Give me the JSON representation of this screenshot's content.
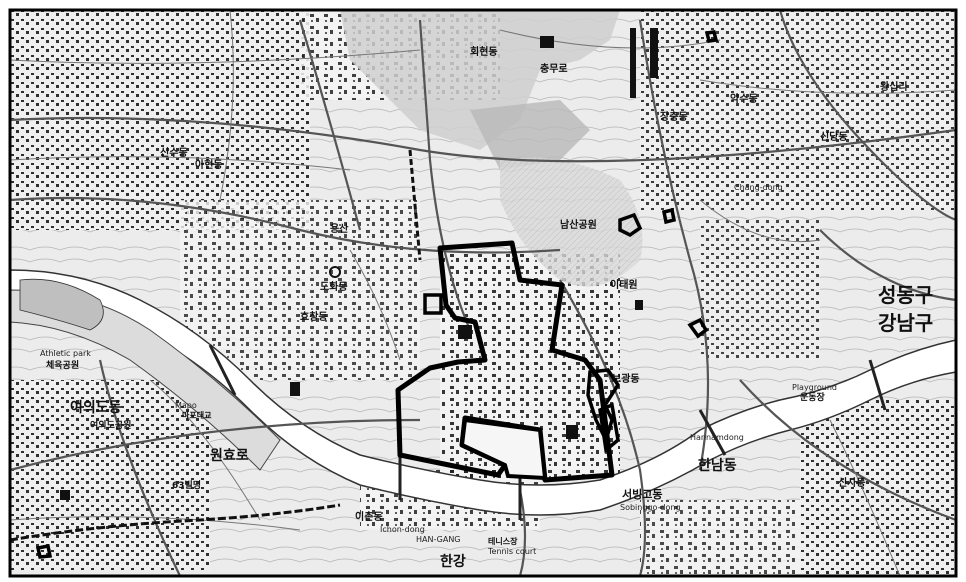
{
  "map": {
    "labels": {
      "seongdong": "성동구",
      "gangnam": "강남구",
      "athletic_park": "Athletic park",
      "athletic_park_kr": "체육공원",
      "yeouido": "여의도동",
      "yeouido_kr2": "여의도공원",
      "playground": "Playground",
      "playground_kr": "운동장",
      "hannam": "한남동",
      "hannam_kr2": "Hannamdong",
      "sinsa": "신사동",
      "seobinggo": "서빙고동",
      "seobinggo_en": "Sobinggo-dong",
      "han_river": "HAN-GANG",
      "han_river_kr": "한강",
      "tennis_court": "Tennis court",
      "tennis_court_kr": "테니스장",
      "ichon": "이촌동",
      "ichon_en": "Ichon-dong",
      "namsan": "남산공원",
      "yongsan": "용산",
      "ahyeon": "아현동",
      "sinsu": "신수동",
      "dohwa": "도화동",
      "hyochang": "효창동",
      "itaewon": "이태원",
      "bogwang": "보광동",
      "chanie": "Chang-dong",
      "hoehyeon": "회현동",
      "chungmu": "충무로",
      "jangchung": "장충동",
      "wangsimni": "왕십리",
      "yaksu": "약수동",
      "sindang": "신당동",
      "mapo_bridge": "Mapo",
      "mapo_kr": "마포대교",
      "wonhyo": "원효로",
      "area_63": "63빌딩"
    }
  }
}
